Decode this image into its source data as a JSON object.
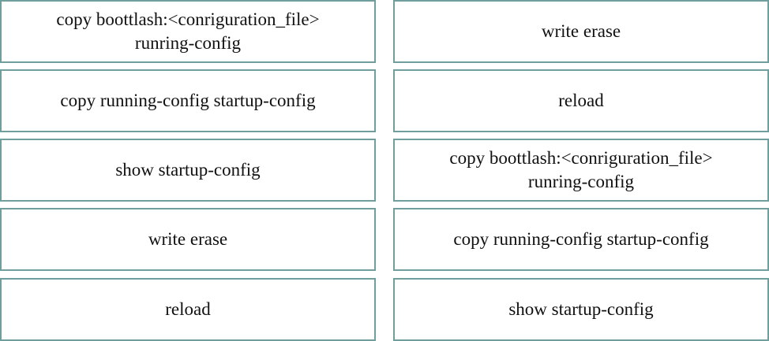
{
  "left_items": [
    {
      "label": "copy boottlash:<conriguration_file>\nrunring-config"
    },
    {
      "label": "copy running-config startup-config"
    },
    {
      "label": "show startup-config"
    },
    {
      "label": "write erase"
    },
    {
      "label": "reload"
    }
  ],
  "right_items": [
    {
      "label": "write erase"
    },
    {
      "label": "reload"
    },
    {
      "label": "copy boottlash:<conriguration_file>\nrunring-config"
    },
    {
      "label": "copy running-config startup-config"
    },
    {
      "label": "show startup-config"
    }
  ],
  "colors": {
    "border": "#6f9e9c",
    "background": "#ffffff",
    "text": "#111111"
  }
}
